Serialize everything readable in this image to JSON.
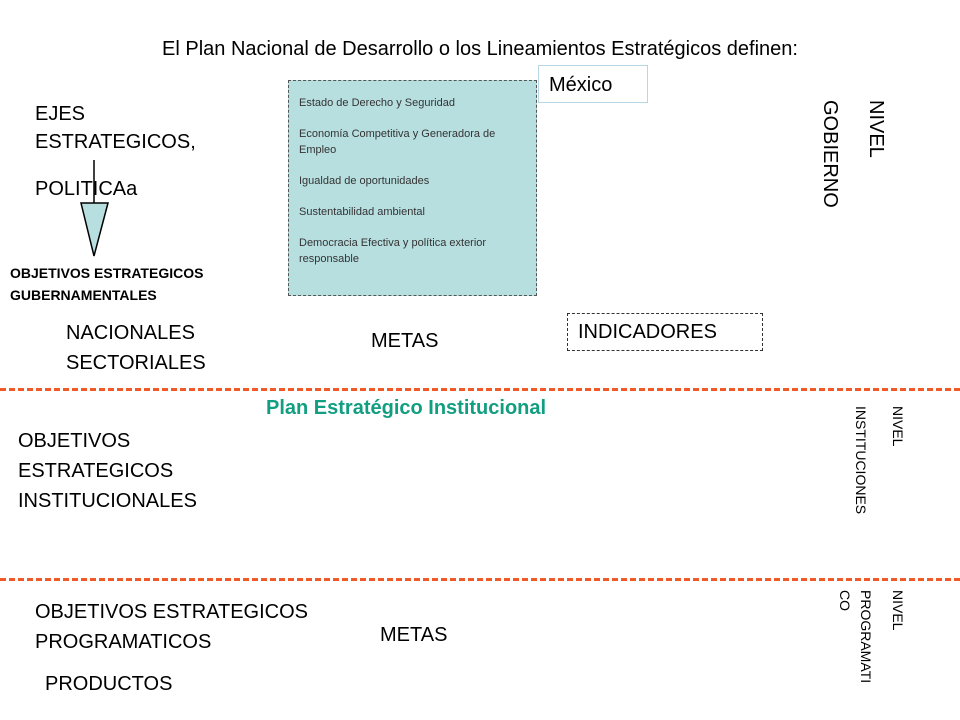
{
  "title": "El Plan Nacional de Desarrollo o los Lineamientos Estratégicos definen:",
  "mexico": "México",
  "plan_items": [
    "Estado de Derecho y Seguridad",
    "Economía Competitiva y Generadora de Empleo",
    "Igualdad de oportunidades",
    "Sustentabilidad ambiental",
    "Democracia Efectiva y política exterior responsable"
  ],
  "ejes_line1": "EJES",
  "ejes_line2": "ESTRATEGICOS,",
  "politica": "POLITICAa",
  "obj_gub_line1": "OBJETIVOS ESTRATEGICOS",
  "obj_gub_line2": "GUBERNAMENTALES",
  "nacionales": "NACIONALES",
  "sectoriales": "SECTORIALES",
  "metas_top": "METAS",
  "indicadores": "INDICADORES",
  "plan_estrategico": "Plan Estratégico Institucional",
  "obj_inst_line1": "OBJETIVOS",
  "obj_inst_line2": "ESTRATEGICOS",
  "obj_inst_line3": "INSTITUCIONALES",
  "obj_prog_line1": "OBJETIVOS ESTRATEGICOS",
  "obj_prog_line2": "PROGRAMATICOS",
  "metas_bottom": "METAS",
  "productos": "PRODUCTOS",
  "nivel_gob_1": "NIVEL",
  "nivel_gob_2": "GOBIERNO",
  "nivel_inst_1": "NIVEL",
  "nivel_inst_2": "INSTITUCIONES",
  "nivel_prog_1": "NIVEL",
  "nivel_prog_2": "PROGRAMATI",
  "nivel_prog_3": "CO",
  "colors": {
    "divider": "#f05a28",
    "box_fill": "#b8dfe0",
    "plan_title": "#129e81"
  }
}
